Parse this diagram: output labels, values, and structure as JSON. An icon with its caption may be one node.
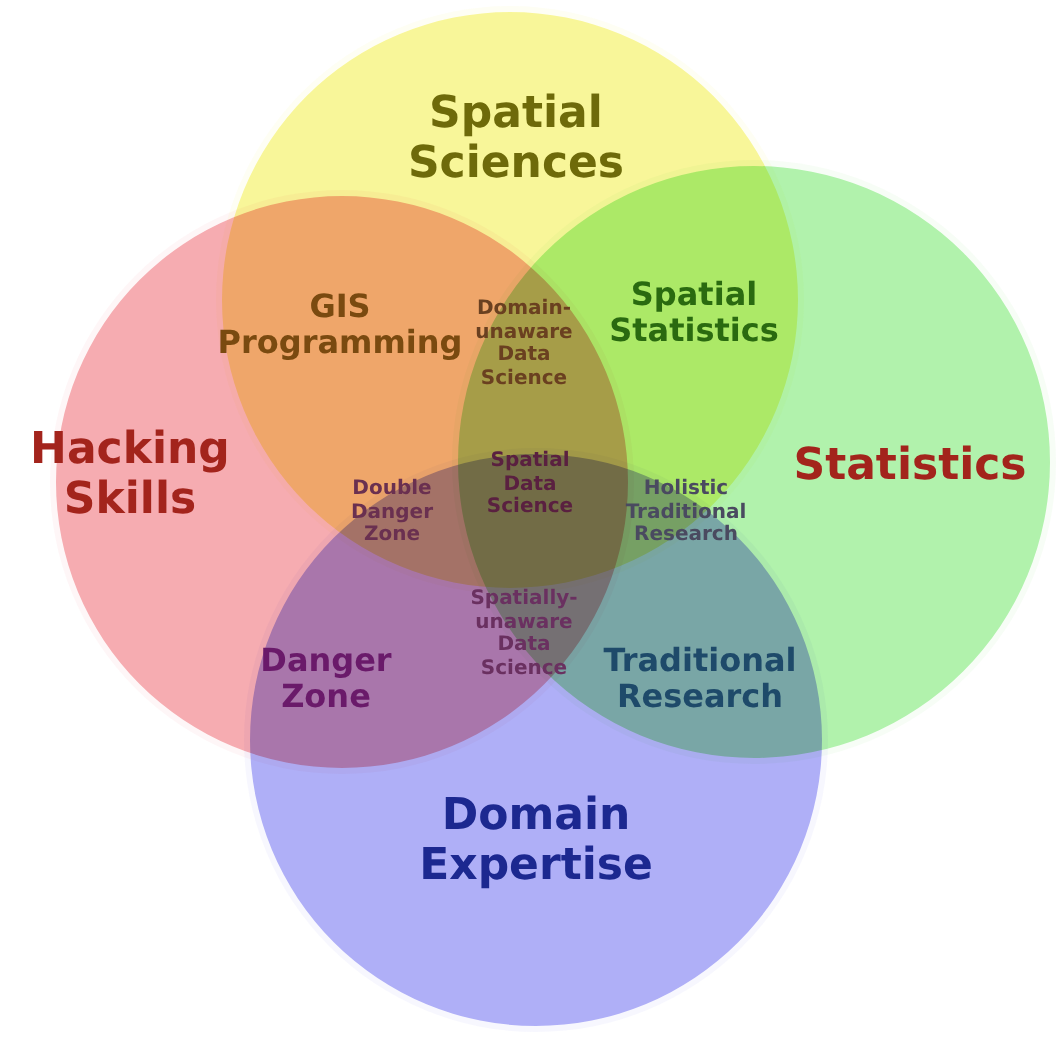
{
  "diagram": {
    "nodes": [
      {
        "text": [
          "Spatial Sciences"
        ]
      },
      {
        "text": [
          "Hacking Skills"
        ]
      },
      {
        "text": [
          "Statistics"
        ]
      },
      {
        "text": [
          "Domain Expertise"
        ]
      }
    ],
    "labels": [
      "GIS Programming",
      "Domain-unaware Data Science",
      "Spatial Statistics",
      "Double Danger Zone",
      "Spatial Data Science",
      "Holistic Traditional Research",
      "Spatially-unaware Data Science",
      "Danger Zone",
      "Traditional Research"
    ]
  }
}
